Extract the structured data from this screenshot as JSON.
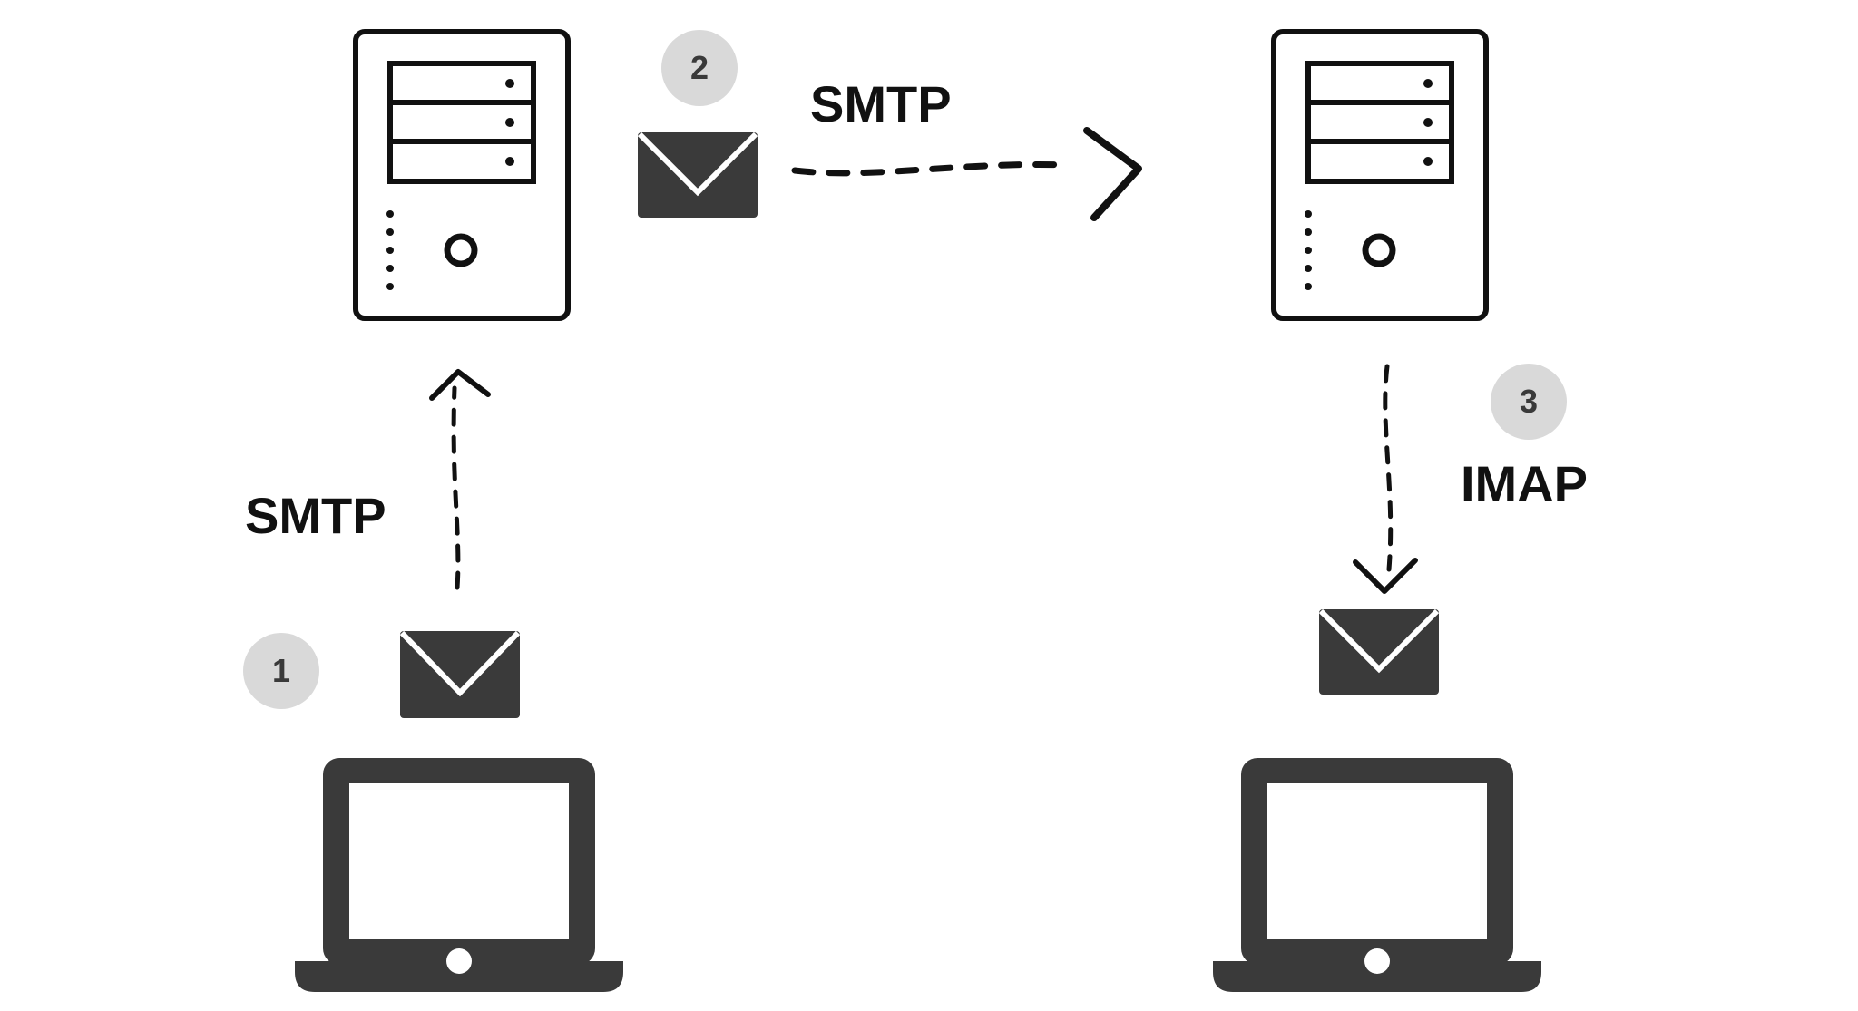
{
  "colors": {
    "background": "#ffffff",
    "device_fill": "#3a3a3a",
    "line": "#111111",
    "badge_fill": "#d9d9d9",
    "badge_text": "#3a3a3a"
  },
  "steps": [
    {
      "number": "1",
      "protocol": "SMTP"
    },
    {
      "number": "2",
      "protocol": "SMTP"
    },
    {
      "number": "3",
      "protocol": "IMAP"
    }
  ],
  "icons": {
    "server": "server-icon",
    "laptop": "laptop-icon",
    "envelope": "envelope-icon"
  }
}
